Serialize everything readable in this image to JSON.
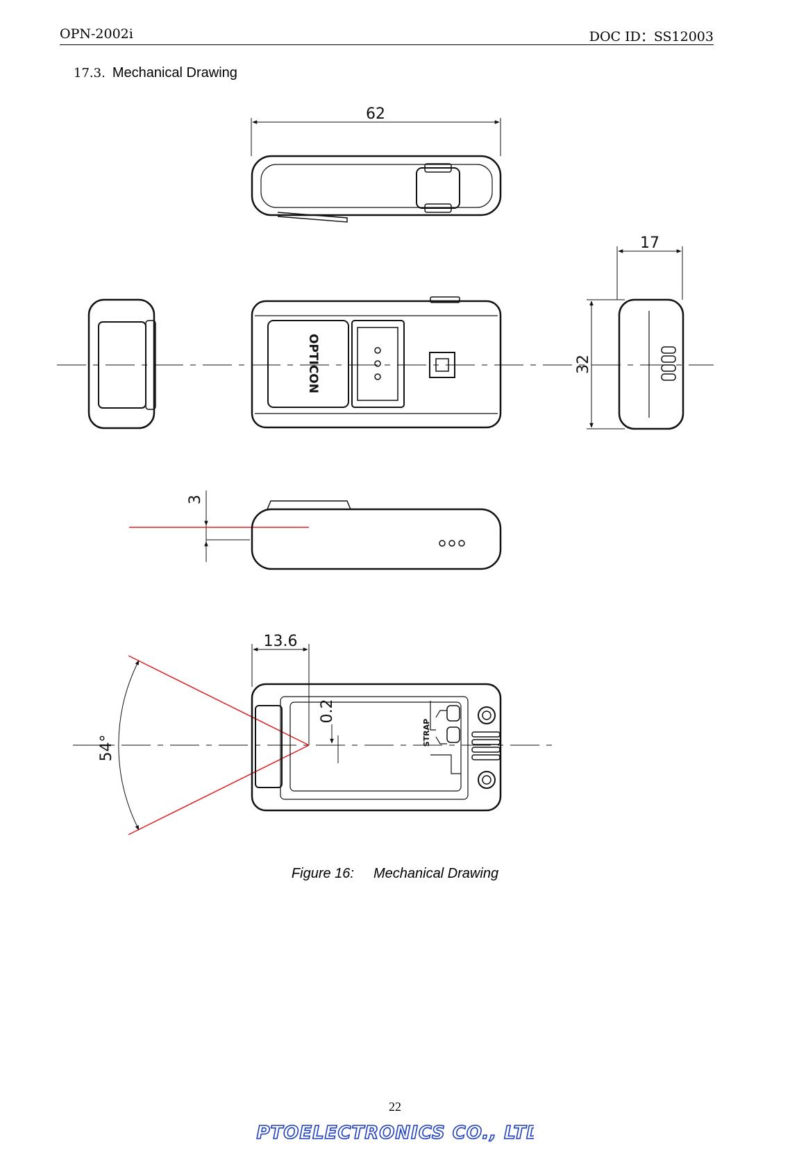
{
  "header": {
    "left": "OPN-2002i",
    "right": "DOC ID：SS12003"
  },
  "section": {
    "number": "17.3.",
    "title": "Mechanical Drawing"
  },
  "dimensions": {
    "length": "62",
    "depth": "17",
    "height": "32",
    "offset": "3",
    "front_to_window": "13.6",
    "window_offset": "0.2",
    "scan_angle": "54°"
  },
  "device_labels": {
    "brand": "OPTICON",
    "strap": "STRAP"
  },
  "caption": {
    "figure": "Figure 16:",
    "title": "Mechanical Drawing"
  },
  "page_number": "22",
  "footer_logo": {
    "text": "OPTOELECTRONICS CO., LTD.",
    "color": "#1f3fbf"
  }
}
